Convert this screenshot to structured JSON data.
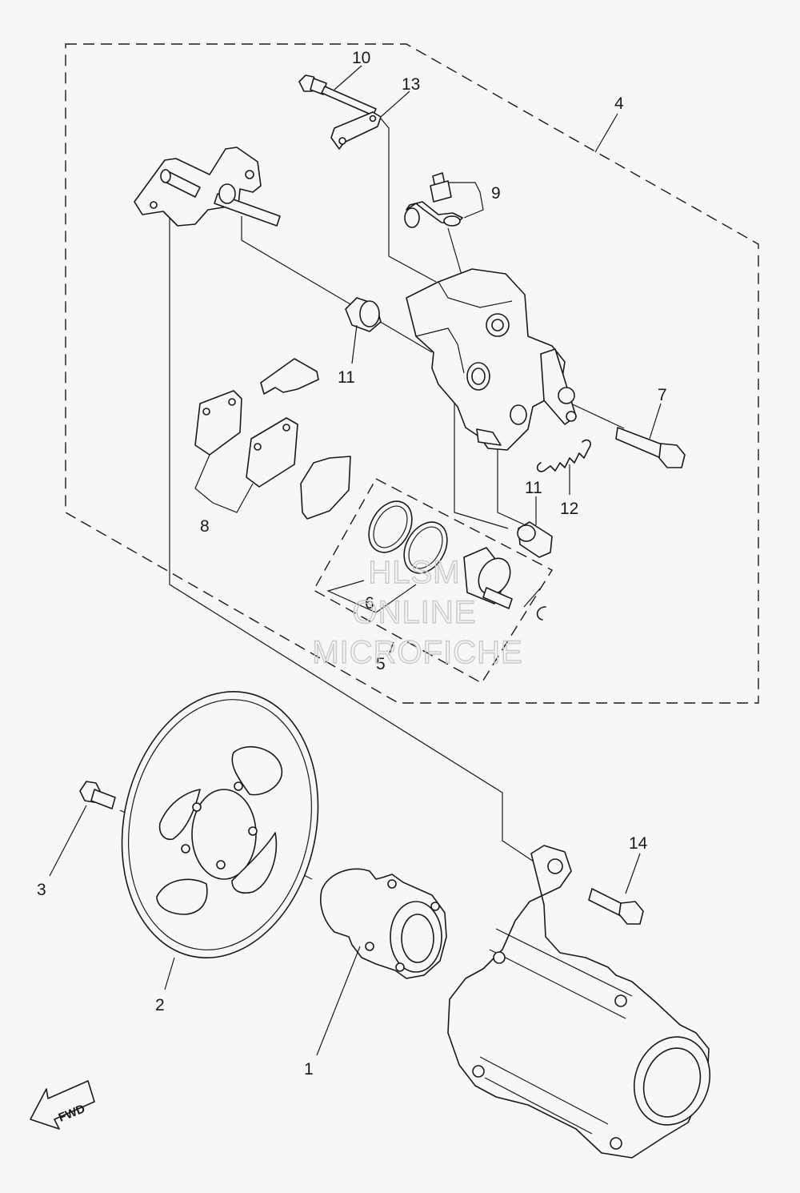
{
  "callouts": {
    "c1": "1",
    "c2": "2",
    "c3": "3",
    "c4": "4",
    "c5": "5",
    "c6": "6",
    "c7": "7",
    "c8": "8",
    "c9": "9",
    "c10": "10",
    "c11a": "11",
    "c11b": "11",
    "c12": "12",
    "c13": "13",
    "c14": "14"
  },
  "watermark": {
    "line1": "HLSM",
    "line2": "ONLINE",
    "line3": "MICROFICHE"
  },
  "direction_arrow": {
    "label": "FWD"
  }
}
